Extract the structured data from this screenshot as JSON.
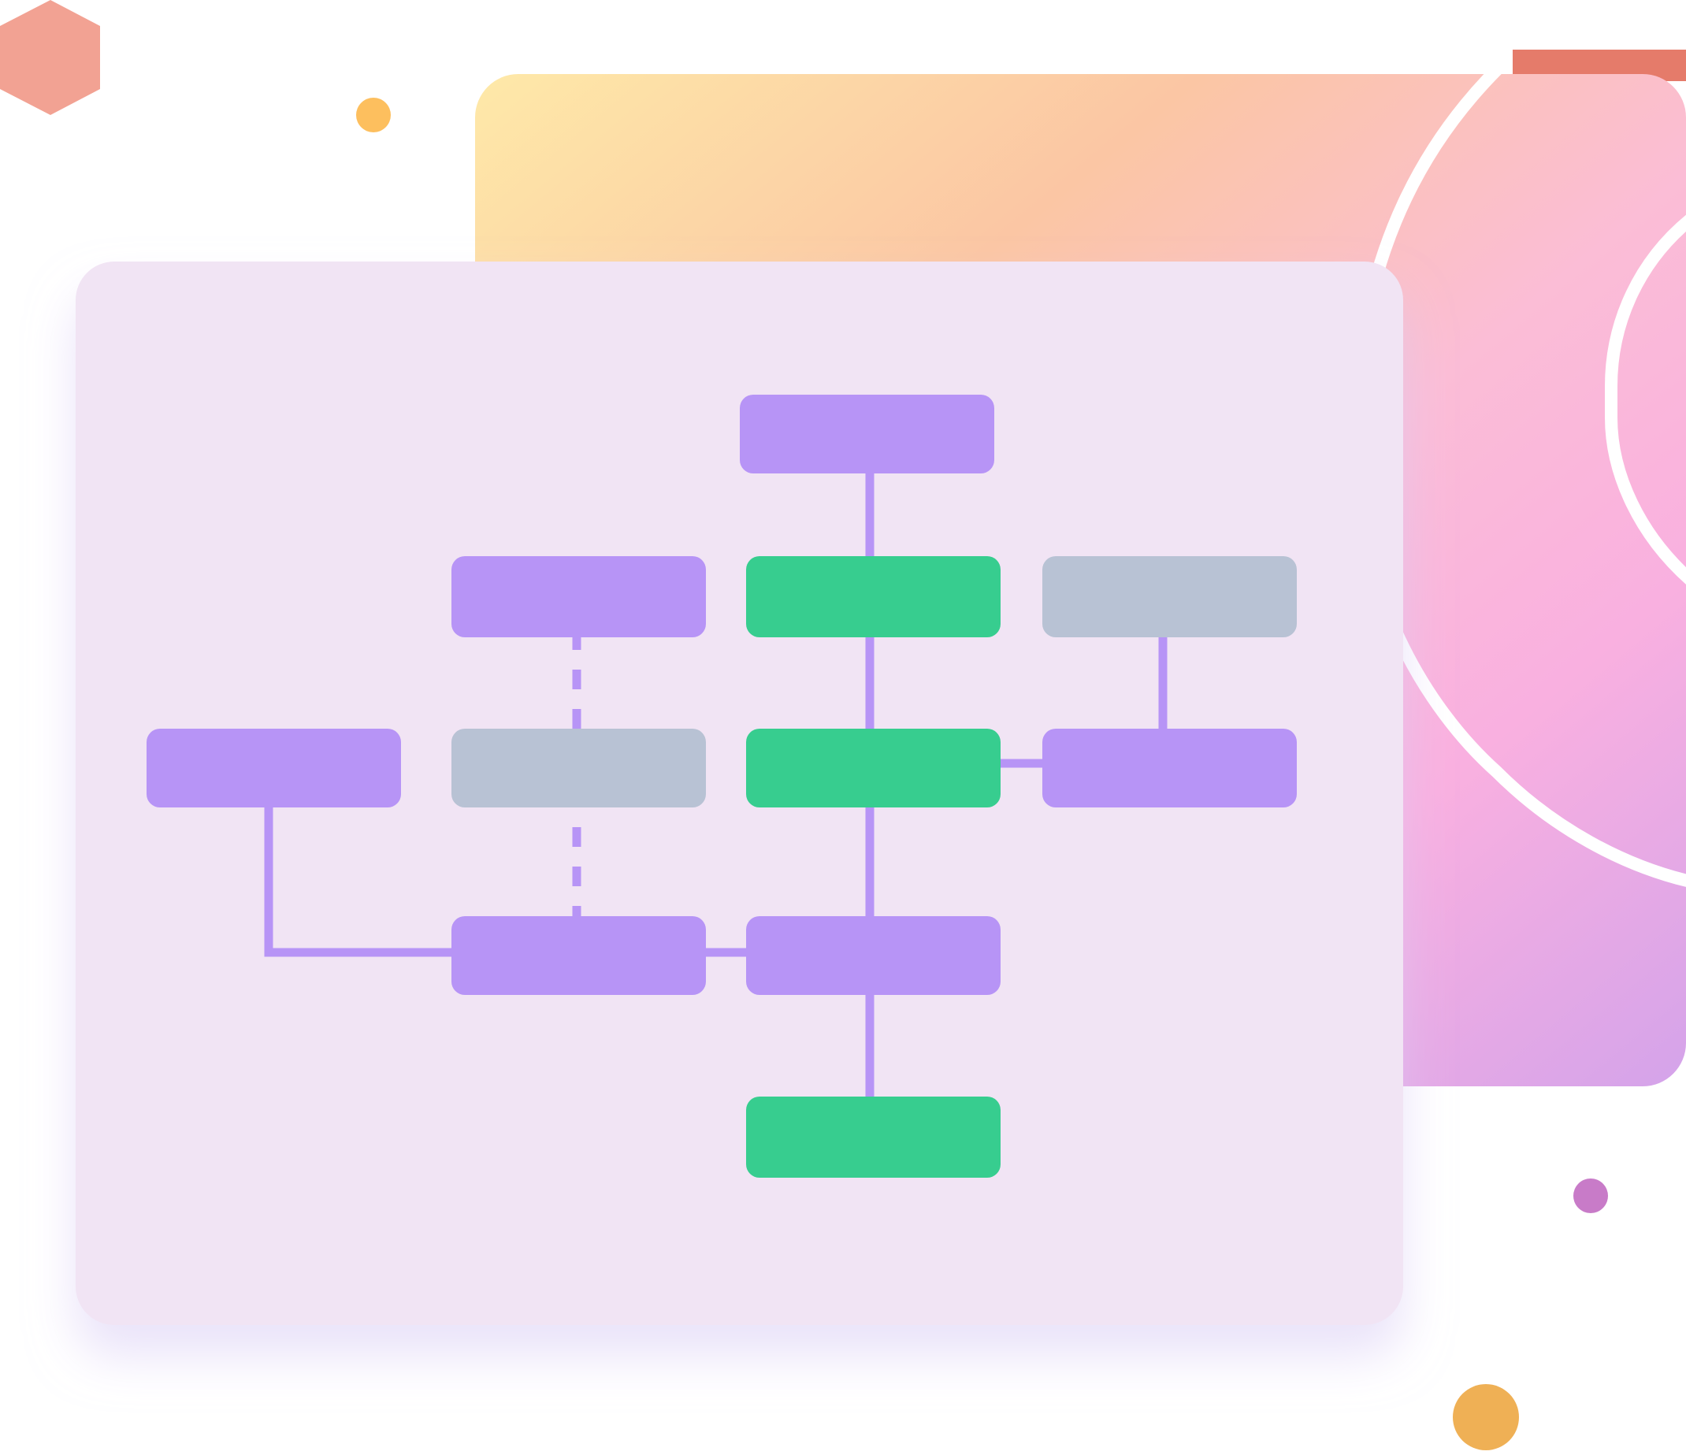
{
  "colors": {
    "node_purple": "#b794f6",
    "node_green": "#37cd8f",
    "node_gray": "#b8c2d4",
    "connector": "#b794f6",
    "front_card": "#f1e4f4",
    "back_card_gradient": [
      "#fee9a8",
      "#fbc6a4",
      "#fbbdd6",
      "#f9b0e0",
      "#d4a3ea"
    ],
    "hexagon": "#f2a293",
    "accent_strip": "#e57b6a",
    "dot_orange": "#fdbf5e",
    "dot_purple": "#c87bc8",
    "dot_gold": "#efb055"
  },
  "diagram": {
    "nodes": [
      {
        "id": "n1",
        "color": "purple"
      },
      {
        "id": "n2",
        "color": "purple"
      },
      {
        "id": "n3",
        "color": "green"
      },
      {
        "id": "n4",
        "color": "gray"
      },
      {
        "id": "n5",
        "color": "purple"
      },
      {
        "id": "n6",
        "color": "gray"
      },
      {
        "id": "n7",
        "color": "green"
      },
      {
        "id": "n8",
        "color": "purple"
      },
      {
        "id": "n9",
        "color": "purple"
      },
      {
        "id": "n10",
        "color": "purple"
      },
      {
        "id": "n11",
        "color": "green"
      }
    ]
  }
}
